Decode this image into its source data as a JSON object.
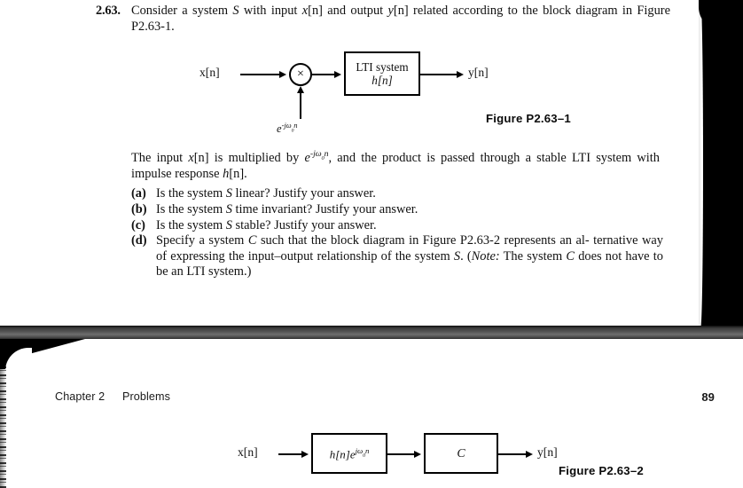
{
  "document": {
    "type": "textbook-scan",
    "pages": 2
  },
  "problem": {
    "number": "2.63.",
    "statement_parts": {
      "p1": "Consider a system ",
      "sym_S": "S",
      "p2": " with input ",
      "sym_x": "x",
      "p3": "[n] and output ",
      "sym_y": "y",
      "p4": "[n] related according to the block diagram in Figure P2.63-1."
    },
    "statement_plain": "Consider a system S with input x[n] and output y[n] related according to the block diagram in Figure P2.63-1.",
    "paragraph_plain": "The input x[n] is multiplied by e^{-jω0 n}, and the product is passed through a stable LTI system with impulse response h[n].",
    "paragraph_parts": {
      "a": "The input ",
      "x": "x",
      "b": "[n] is multiplied by ",
      "e": "e",
      "exp": "-jω",
      "exp_sub": "0",
      "exp_n": "n",
      "c": ", and the product is passed through a stable LTI system with impulse response ",
      "h": "h",
      "d": "[n]."
    },
    "items": [
      {
        "tag": "(a)",
        "pre": "Is the system ",
        "sym": "S",
        "post": " linear? Justify your answer.",
        "plain": "Is the system S linear? Justify your answer."
      },
      {
        "tag": "(b)",
        "pre": "Is the system ",
        "sym": "S",
        "post": " time invariant? Justify your answer.",
        "plain": "Is the system S time invariant? Justify your answer."
      },
      {
        "tag": "(c)",
        "pre": "Is the system ",
        "sym": "S",
        "post": " stable? Justify your answer.",
        "plain": "Is the system S stable? Justify your answer."
      },
      {
        "tag": "(d)",
        "pre": "Specify a system ",
        "sym": "C",
        "post": " such that the block diagram in Figure P2.63-2 represents an alternative way of expressing the input–output relationship of the system S. (Note: The system C does not have to be an LTI system.)",
        "plain": "Specify a system C such that the block diagram in Figure P2.63-2 represents an alternative way of expressing the input–output relationship of the system S. (Note: The system C does not have to be an LTI system.)",
        "frag_1": "Specify a system ",
        "frag_2": " such that the block diagram in Figure P2.63-2 represents an al-",
        "frag_3": "ternative way of expressing the input–output relationship of the system ",
        "frag_4": ". (",
        "frag_note": "Note:",
        "frag_5": " The",
        "frag_6": "system ",
        "frag_7": " does not have to be an LTI system.)",
        "sym_S": "S",
        "sym_C": "C"
      }
    ]
  },
  "figure1": {
    "caption": "Figure P2.63–1",
    "input_label": "x[n]",
    "output_label": "y[n]",
    "multiplier_symbol": "×",
    "carrier_label": {
      "base": "e",
      "exponent": "-jω",
      "exponent_sub": "0",
      "exponent_n": "n",
      "plain": "e^{-jω0 n}"
    },
    "block": {
      "line1": "LTI system",
      "line2": "h[n]"
    }
  },
  "figure2": {
    "caption": "Figure P2.63–2",
    "input_label": "x[n]",
    "output_label": "y[n]",
    "block1": {
      "base": "h[n]e",
      "exponent": "jω",
      "exponent_sub": "0",
      "exponent_n": "n",
      "plain": "h[n]e^{jω0 n}"
    },
    "block2": {
      "label": "C"
    }
  },
  "running_head": {
    "chapter": "Chapter 2",
    "section": "Problems",
    "page_number": "89"
  },
  "colors": {
    "page": "#ffffff",
    "ink": "#111111",
    "void": "#000000",
    "gutter": "#575757"
  }
}
